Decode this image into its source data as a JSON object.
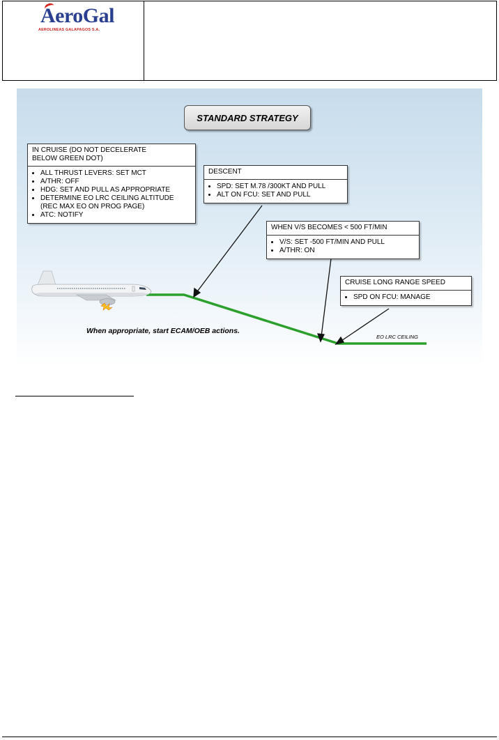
{
  "header": {
    "logo_text": "AeroGal",
    "logo_subtext": "AEROLINEAS GALAPAGOS S.A."
  },
  "diagram": {
    "title": "STANDARD STRATEGY",
    "cruise_box": {
      "heading": "IN CRUISE (DO NOT DECELERATE\nBELOW GREEN DOT)",
      "items": [
        "ALL THRUST LEVERS: SET MCT",
        "A/THR: OFF",
        "HDG: SET AND PULL AS APPROPRIATE",
        "DETERMINE EO LRC CEILING ALTITUDE\n(REC MAX EO ON PROG PAGE)",
        "ATC: NOTIFY"
      ]
    },
    "descent_box": {
      "heading": "DESCENT",
      "items": [
        "SPD: SET M.78 /300KT AND PULL",
        "ALT ON FCU: SET AND PULL"
      ]
    },
    "vs_box": {
      "heading": "WHEN V/S BECOMES < 500 FT/MIN",
      "items": [
        "V/S: SET -500 FT/MIN AND PULL",
        "A/THR: ON"
      ]
    },
    "lrc_box": {
      "heading": "CRUISE LONG RANGE SPEED",
      "items": [
        "SPD ON FCU: MANAGE"
      ]
    },
    "caption": "When appropriate, start ECAM/OEB actions.",
    "ceiling_label": "EO LRC CEILING",
    "colors": {
      "flight_path": "#2ca02c",
      "sky_top": "#c7dcec"
    }
  }
}
